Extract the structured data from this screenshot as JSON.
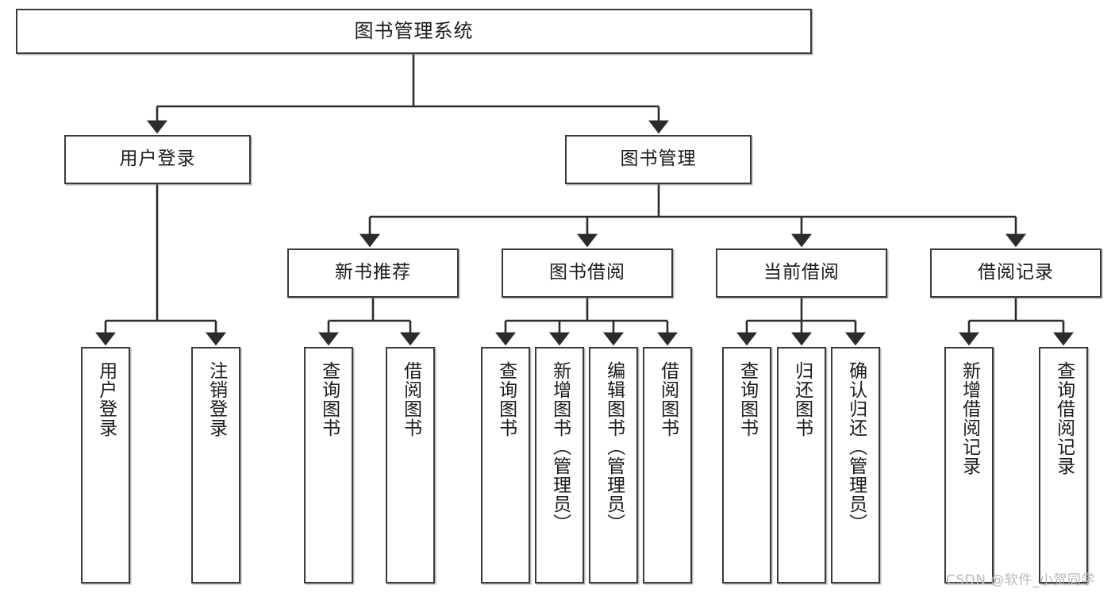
{
  "diagram": {
    "title": "图书管理系统",
    "type": "hierarchy-tree",
    "levels": 4,
    "root": {
      "label": "图书管理系统"
    },
    "level2": [
      {
        "label": "用户登录"
      },
      {
        "label": "图书管理"
      }
    ],
    "level3": [
      {
        "label": "新书推荐"
      },
      {
        "label": "图书借阅"
      },
      {
        "label": "当前借阅"
      },
      {
        "label": "借阅记录"
      }
    ],
    "leaves": [
      {
        "label": "用户登录",
        "parent": "用户登录"
      },
      {
        "label": "注销登录",
        "parent": "用户登录"
      },
      {
        "label": "查询图书",
        "parent": "新书推荐"
      },
      {
        "label": "借阅图书",
        "parent": "新书推荐"
      },
      {
        "label": "查询图书",
        "parent": "图书借阅"
      },
      {
        "label": "新增图书（管理员）",
        "parent": "图书借阅"
      },
      {
        "label": "编辑图书（管理员）",
        "parent": "图书借阅"
      },
      {
        "label": "借阅图书",
        "parent": "图书借阅"
      },
      {
        "label": "查询图书",
        "parent": "当前借阅"
      },
      {
        "label": "归还图书",
        "parent": "当前借阅"
      },
      {
        "label": "确认归还（管理员）",
        "parent": "当前借阅"
      },
      {
        "label": "新增借阅记录",
        "parent": "借阅记录"
      },
      {
        "label": "查询借阅记录",
        "parent": "借阅记录"
      }
    ]
  },
  "watermark": {
    "text": "CSDN @软件_小贺同学"
  },
  "colors": {
    "box_border": "#3a3a3a",
    "box_fill": "#ffffff",
    "line": "#2b2b2b",
    "text": "#1b1b1b",
    "watermark": "#b9b9b9",
    "background": "#ffffff"
  }
}
